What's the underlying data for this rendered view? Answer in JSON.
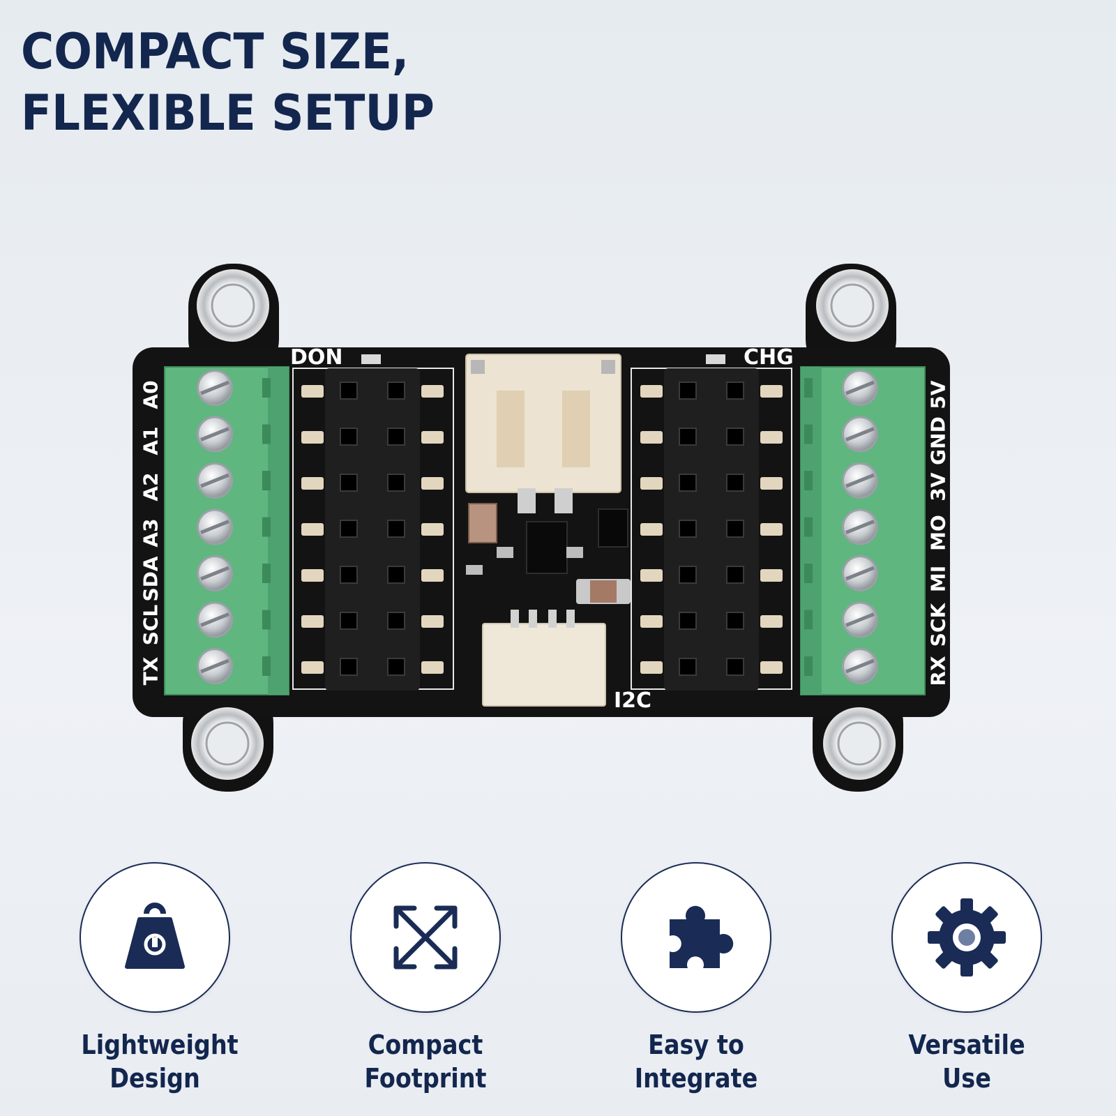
{
  "headline": {
    "line1": "COMPACT SIZE,",
    "line2": "FLEXIBLE SETUP"
  },
  "colors": {
    "navy": "#13264e",
    "pcb": "#111111",
    "terminal": "#5fb67f",
    "connector": "#ece3d2"
  },
  "board": {
    "top_labels": {
      "left": "DON",
      "right": "CHG"
    },
    "bottom_label": "I2C",
    "left_pins": [
      "A0",
      "A1",
      "A2",
      "A3",
      "SDA",
      "SCL",
      "TX"
    ],
    "right_pins": [
      "5V",
      "GND",
      "3V",
      "MO",
      "MI",
      "SCK",
      "RX"
    ]
  },
  "features": [
    {
      "icon": "weight-icon",
      "line1": "Lightweight",
      "line2": "Design"
    },
    {
      "icon": "expand-arrows-icon",
      "line1": "Compact",
      "line2": "Footprint"
    },
    {
      "icon": "puzzle-piece-icon",
      "line1": "Easy to",
      "line2": "Integrate"
    },
    {
      "icon": "gear-icon",
      "line1": "Versatile",
      "line2": "Use"
    }
  ]
}
